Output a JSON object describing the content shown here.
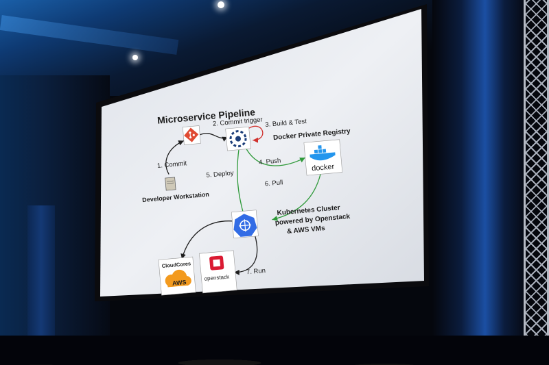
{
  "slide": {
    "title": "Microservice Pipeline",
    "labels": {
      "commit": "1. Commit",
      "commit_trigger": "2. Commit trigger",
      "build_test": "3. Build & Test",
      "push": "4. Push",
      "deploy": "5. Deploy",
      "pull": "6. Pull",
      "run": "7. Run",
      "developer_workstation": "Developer Workstation",
      "docker_registry": "Docker Private Registry",
      "k8s_line1": "Kubernetes Cluster",
      "k8s_line2": "powered by Openstack",
      "k8s_line3": "& AWS VMs"
    },
    "logos": {
      "docker": "docker",
      "cloudcores": "CloudCores",
      "aws": "AWS",
      "openstack": "openstack"
    },
    "icons": [
      "git-icon",
      "ci-server-icon",
      "docker-whale-icon",
      "kubernetes-helm-icon",
      "aws-cloud-icon",
      "openstack-logo-icon",
      "workstation-icon"
    ],
    "colors": {
      "arrow_dark": "#1e1e1e",
      "arrow_green": "#2f9a3a",
      "arrow_red": "#d0312d",
      "git": "#e04a32",
      "kubernetes": "#326ce5",
      "docker": "#2496ed",
      "aws": "#f39a1e",
      "openstack": "#da1a32"
    }
  }
}
